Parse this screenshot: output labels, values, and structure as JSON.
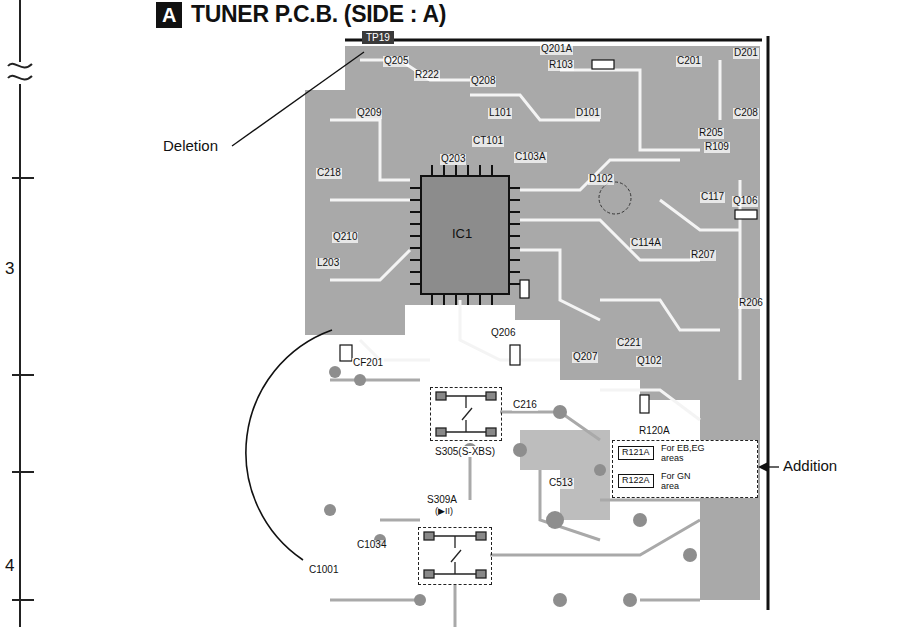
{
  "diagram": {
    "title": "TUNER P.C.B. (SIDE : A)",
    "nodes": [
      {
        "text": [
          "A"
        ]
      },
      {
        "text": [
          "TP19"
        ]
      },
      {
        "text": [
          "For EB,EG areas",
          "For GN area"
        ]
      },
      {
        "text": [
          "R121A"
        ],
        "in": 2
      },
      {
        "text": [
          "R122A"
        ],
        "in": 2
      },
      {
        "text": [
          "S305(S-XBS)"
        ]
      },
      {
        "text": [
          "S309A",
          "(▶II)"
        ]
      },
      {
        "text": [
          "IC1"
        ]
      }
    ],
    "labels": [
      "3",
      "4",
      "Deletion",
      "Addition",
      "Q205",
      "R222",
      "Q208",
      "Q201A",
      "R103",
      "C201",
      "D201",
      "L101",
      "D101",
      "CT101",
      "C103A",
      "C208",
      "R205",
      "R109",
      "Q209",
      "C218",
      "Q203",
      "D102",
      "C117",
      "Q106",
      "Q210",
      "L203",
      "C114A",
      "R207",
      "R206",
      "CF201",
      "Q206",
      "C221",
      "Q207",
      "Q102",
      "C216",
      "C513",
      "R120A",
      "C1034",
      "C1001"
    ]
  }
}
